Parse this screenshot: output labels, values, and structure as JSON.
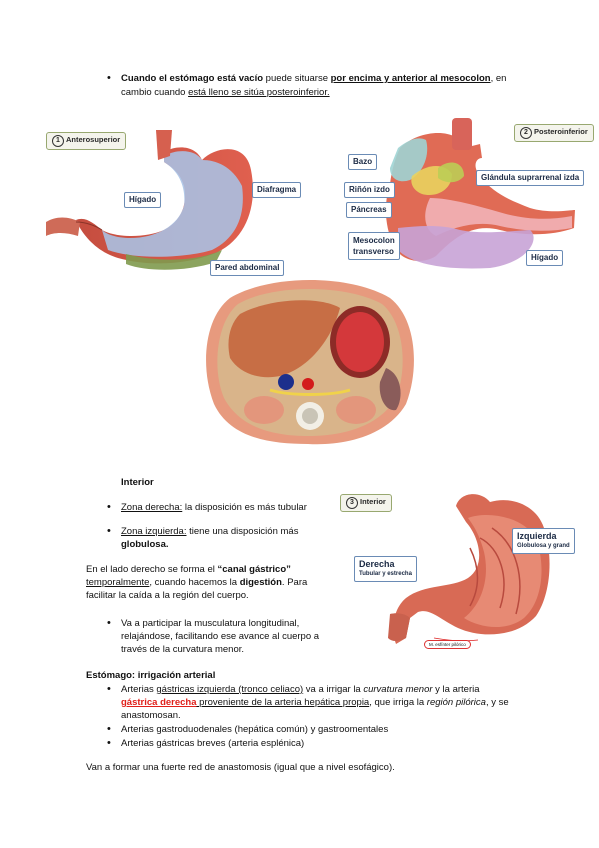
{
  "intro": {
    "p1_bold": "Cuando el estómago está vacío",
    "p1_mid": " puede situarse ",
    "p1_u1": "por encima y anterior al mesocolon",
    "p1_after": ", en",
    "p2_pre": "cambio cuando ",
    "p2_u": "está lleno se sitúa posteroinferior."
  },
  "fig1": {
    "tag_num": "1",
    "tag": "Anterosuperior",
    "labels": {
      "higado": "Hígado",
      "diafragma": "Diafragma",
      "pared": "Pared abdominal"
    }
  },
  "fig2": {
    "tag_num": "2",
    "tag": "Posteroinferior",
    "labels": {
      "bazo": "Bazo",
      "rinon": "Riñón izdo",
      "glandula": "Glándula suprarrenal izda",
      "pancreas": "Páncreas",
      "meso1": "Mesocolon",
      "meso2": "transverso",
      "higado": "Hígado"
    }
  },
  "fig4": {
    "tag_num": "3",
    "tag": "Interior",
    "derecha_title": "Derecha",
    "derecha_sub": "Tubular y estrecha",
    "izquierda_title": "Izquierda",
    "izquierda_sub": "Globulosa y grand",
    "m_label": "M. esfínter pilórico"
  },
  "interior": {
    "heading": "Interior",
    "b1_u": "Zona derecha:",
    "b1_rest": " la disposición es más tubular",
    "b2_u": "Zona izquierda:",
    "b2_rest": " tiene una disposición más",
    "b2_bold": "globulosa."
  },
  "para": {
    "l1_pre": "En el lado derecho se forma el ",
    "l1_b": "“canal gástrico”",
    "l2_u": "temporalmente",
    "l2_mid": ", cuando hacemos la ",
    "l2_b": "digestión",
    "l2_end": ". Para",
    "l3": "facilitar la caída a la región del cuerpo."
  },
  "musculatura": {
    "l1": "Va a participar la musculatura longitudinal,",
    "l2": "relajándose, facilitando ese avance al cuerpo a",
    "l3": "través de la curvatura menor."
  },
  "irrigacion": {
    "heading": "Estómago: irrigación arterial",
    "i1_pre": "Arterias ",
    "i1_u": "gástricas izquierda (tronco celiaco)",
    "i1_mid": " va a irrigar la ",
    "i1_i": "curvatura menor",
    "i1_end": " y la arteria",
    "i1b_red": "gástrica derecha",
    "i1b_u": " proveniente de la arteria hepática propia",
    "i1b_mid": ", que irriga la ",
    "i1b_i": "región pilórica",
    "i1b_end": ", y se",
    "i1c": "anastomosan.",
    "i2": "Arterias gastroduodenales (hepática común) y gastroomentales",
    "i3": "Arterias gástricas breves (arteria esplénica)"
  },
  "closing": "Van a formar una fuerte red de anastomosis (igual que a nivel esofágico).",
  "colors": {
    "stomach": "#d9524a",
    "blue_zone": "#a9c3e6",
    "green_zone": "#7f9a4e",
    "label_border": "#6a8bb5"
  }
}
